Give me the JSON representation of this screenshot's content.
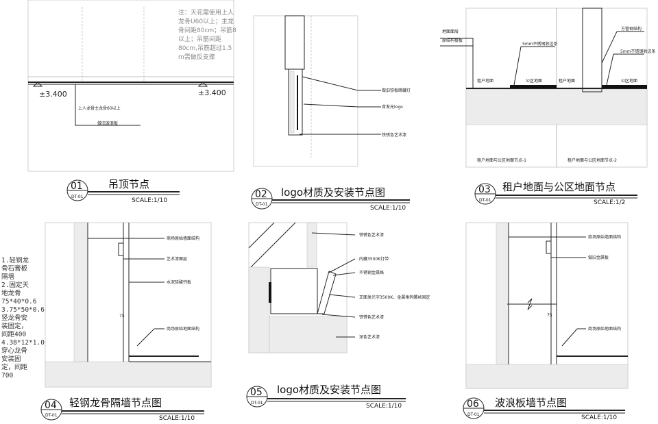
{
  "drawings": [
    {
      "num": "01",
      "sheet": "DT-01",
      "title": "吊顶节点",
      "scale": "SCALE:1/10"
    },
    {
      "num": "02",
      "sheet": "DT-01",
      "title": "logo材质及安装节点图",
      "scale": "SCALE:1/10"
    },
    {
      "num": "03",
      "sheet": "DT-01",
      "title": "租户地面与公区地面节点",
      "scale": "SCALE:1/2"
    },
    {
      "num": "04",
      "sheet": "DT-01",
      "title": "轻钢龙骨隔墙节点图",
      "scale": "SCALE:1/10"
    },
    {
      "num": "05",
      "sheet": "DT-01",
      "title": "logo材质及安装节点图",
      "scale": "SCALE:1/10"
    },
    {
      "num": "06",
      "sheet": "DT-01",
      "title": "波浪板墙节点图",
      "scale": "SCALE:1/10"
    }
  ],
  "d1": {
    "note_lines": [
      "注：天花需使用上人",
      "龙骨U60以上；主龙",
      "骨间距80cm；吊筋8",
      "以上；吊筋间距",
      "80cm,吊筋超过1.5",
      "m需做反支撑"
    ],
    "elev_left": "±3.400",
    "elev_right": "±3.400",
    "label_keel": "上人龙骨主龙骨60以上",
    "label_board": "做旧波浪板"
  },
  "d2": {
    "labels": [
      "做旧铁板暗藏灯",
      "背发光logo",
      "铁锈色艺术漆"
    ]
  },
  "d3": {
    "labels_left": [
      "地面面层",
      "原结构楼板"
    ],
    "label_strip_1": "5mm不锈钢收边条",
    "label_strip_2": "5mm不锈钢收边条",
    "label_pipe": "方管钢结构",
    "label_tenant_1": "租户地面",
    "label_public_1": "公区地面",
    "label_tenant_2": "租户地面",
    "label_public_2": "公区地面",
    "caption_1": "租户地面与公区地面节点-1",
    "caption_2": "租户地面与公区地面节点-2"
  },
  "d4": {
    "side_note": [
      "1.轻钢龙",
      "骨石膏板",
      "隔墙",
      "2.固定天",
      "地龙骨",
      "75*40*0.6",
      "3.75*50*0.6",
      "竖龙骨安",
      "装固定，",
      "间距400",
      "4.38*12*1.0",
      "穿心龙骨",
      "安装固",
      "定，间距",
      "700"
    ],
    "labels": [
      "商场原始墙面结构",
      "艺术漆面层",
      "水泥硅酸钙板",
      "商场原始地面结构"
    ],
    "dim": "75"
  },
  "d5": {
    "labels": [
      "铁锈色艺术漆",
      "内藏3500K灯带",
      "不锈钢金属格",
      "正面发光字3500K，金属角码螺丝固定",
      "铁锈色艺术漆",
      "深色艺术漆"
    ]
  },
  "d6": {
    "labels": [
      "商场原始墙面结构",
      "做旧金属板",
      "商场原始地面结构"
    ],
    "dim": "75"
  }
}
